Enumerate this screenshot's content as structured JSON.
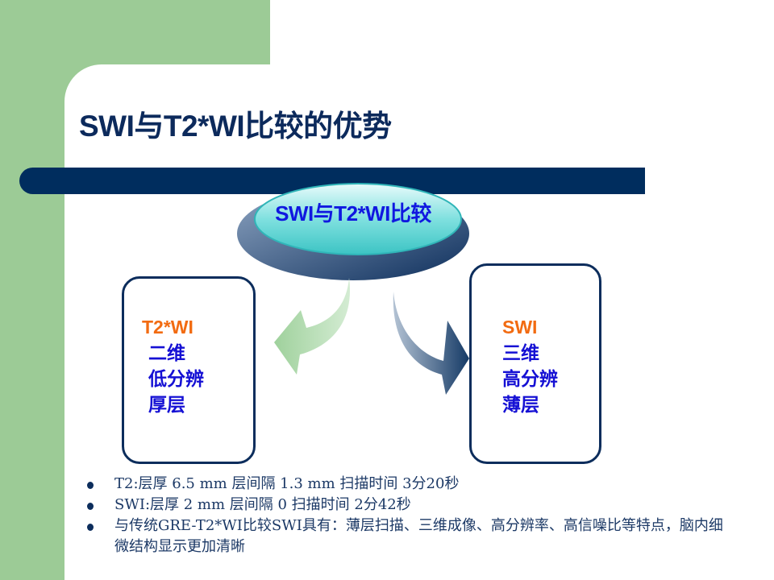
{
  "title": "SWI与T2*WI比较的优势",
  "center_label": "SWI与T2*WI比较",
  "left_box": {
    "heading": "T2*WI",
    "items": [
      "二维",
      "低分辨",
      "厚层"
    ]
  },
  "right_box": {
    "heading": "SWI",
    "items": [
      "三维",
      "高分辨",
      "薄层"
    ]
  },
  "bullets": [
    "T2:层厚 6.5 mm  层间隔 1.3 mm 扫描时间 3分20秒",
    "SWI:层厚 2 mm 层间隔 0 扫描时间 2分42秒",
    "与传统GRE-T2*WI比较SWI具有：薄层扫描、三维成像、高分辨率、高信噪比等特点，脑内细微结构显示更加清晰"
  ]
}
